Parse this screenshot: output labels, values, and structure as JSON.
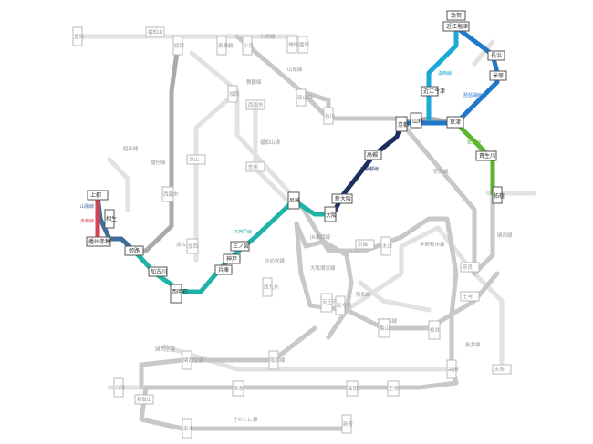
{
  "map": {
    "colors": {
      "grey_main": "#c8c8c8",
      "grey_light": "#e2e2e2",
      "grey_dark": "#aaaaaa",
      "cyan": "#1ba9d5",
      "blue": "#1f78c8",
      "navy": "#1c2f5e",
      "teal": "#1fb3a8",
      "green": "#5cb531",
      "red": "#d9404e",
      "steel": "#3f6e9a"
    },
    "line_labels": {
      "kosei": "湖西線",
      "biwako": "琵琶湖線",
      "kusatsu": "草津線",
      "jr_kyoto": "JR京都線",
      "jr_kobe": "JR神戸線",
      "sanyo": "山陽線",
      "ako": "赤穂線"
    },
    "stations": {
      "tsuruga": "敦賀",
      "omi_shiotsu": "近江塩津",
      "nagahama": "長浜",
      "maibara": "米原",
      "omi_imazu": "近江今津",
      "kyoto": "京都",
      "yamashina": "山科",
      "kusatsu": "草津",
      "kibukawa": "貴生川",
      "takatsuki": "高槻",
      "shin_osaka": "新大阪",
      "osaka": "大阪",
      "amagasaki": "尼崎",
      "sannomiya": "三ノ宮",
      "kobe": "神戸",
      "hyogo": "兵庫",
      "nishi_akashi": "西明石",
      "kakogawa": "加古川",
      "himeji": "姫路",
      "aioi": "相生",
      "kamigori": "上郡",
      "banshu_ako": "播州赤穂",
      "tsuge": "柘植",
      "kizu": "木津",
      "nara": "奈良",
      "oji": "王寺",
      "tennoji": "天王寺",
      "kyobashi": "京橋",
      "wakayama": "和歌山",
      "kameyama": "亀山",
      "fukuchiyama": "福知山",
      "sonobe": "園部",
      "sasayamaguchi": "篠山口",
      "tanigawa": "谷川",
      "nishiwakishi": "西脇市",
      "shingu": "新宮",
      "kushimoto": "串本",
      "shirahama": "白浜",
      "gojo": "五条",
      "sakurai": "桜井",
      "takada": "高田",
      "nishi_kujo": "西九条",
      "shin_imamiya": "新今宮",
      "kyoto_2": "城崎温泉",
      "toyooka": "豊岡",
      "maizuru": "東舞鶴",
      "obama": "小浜",
      "ayabe": "綾部",
      "tsuyama": "津山",
      "kasai": "加西",
      "sayo": "佐用"
    },
    "faint_labels": {
      "sanin": "山陰線",
      "bantan": "播但線",
      "kakogawa_line": "加古川線",
      "fukuchiyama_line": "福知山線",
      "nara_line": "奈良線",
      "kansai_line": "関西線",
      "sakurai_line": "桜井線",
      "wakayama_line": "和歌山線",
      "hanwa_line": "阪和線",
      "kisei_line": "きのくに線",
      "osaka_loop": "大阪環状線",
      "tozai": "JR東西線",
      "gakkentoshi": "学研都市線",
      "yumesaki": "ゆめ咲線",
      "obama_line": "小浜線",
      "maizuru_line": "舞鶴線",
      "kishin": "姫新線",
      "ako_sub": "山陽線",
      "kusatsu_sub": "関西線",
      "yamatoji": "大和路線",
      "kansai_airport": "関西空港"
    }
  }
}
